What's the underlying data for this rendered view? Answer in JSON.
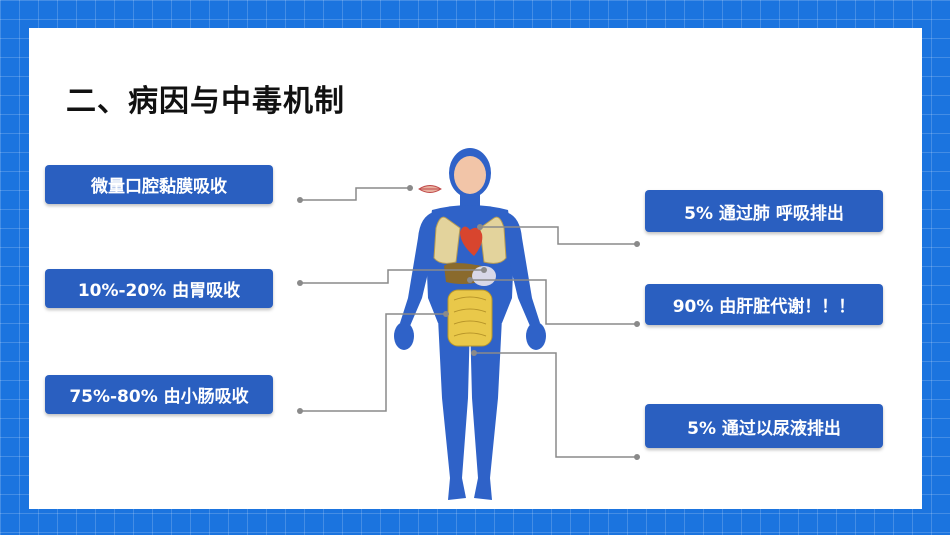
{
  "slide": {
    "title": "二、病因与中毒机制"
  },
  "left_labels": [
    {
      "text": "微量口腔黏膜吸收"
    },
    {
      "text": "10%-20% 由胃吸收"
    },
    {
      "text": "75%-80% 由小肠吸收"
    }
  ],
  "right_labels": [
    {
      "text": "5% 通过肺 呼吸排出"
    },
    {
      "text": "90% 由肝脏代谢！！！"
    },
    {
      "text": "5% 通过以尿液排出"
    }
  ],
  "colors": {
    "background": "#1b74df",
    "label_fill": "#2a5fc0",
    "body_fill": "#2f62c8",
    "connector": "#8a8a8a"
  }
}
